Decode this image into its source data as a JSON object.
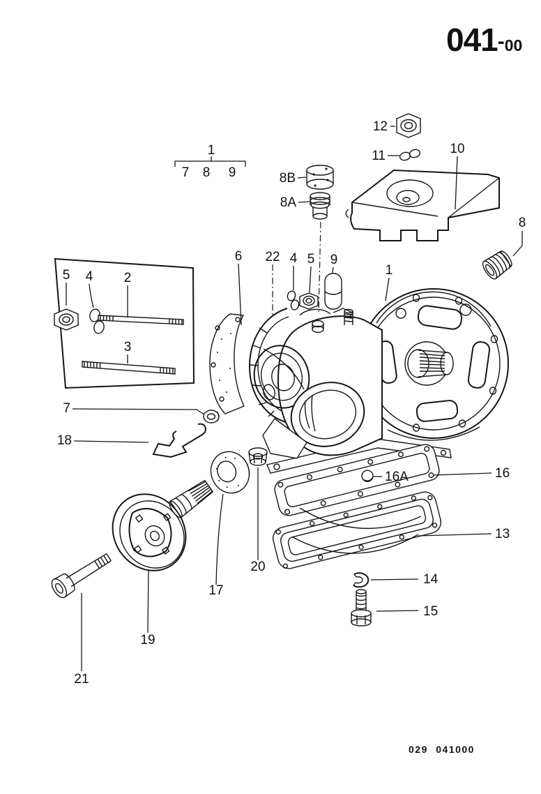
{
  "header": {
    "catalog_code": "041",
    "separator": "-",
    "revision": "00"
  },
  "footer": {
    "doc_code": "029 041000"
  },
  "labels": {
    "n1": "1",
    "n2": "2",
    "n3": "3",
    "n4": "4",
    "n5": "5",
    "n6": "6",
    "n7": "7",
    "n8": "8",
    "n8a": "8A",
    "n8b": "8B",
    "n9": "9",
    "n10": "10",
    "n11": "11",
    "n12": "12",
    "n13": "13",
    "n14": "14",
    "n15": "15",
    "n16": "16",
    "n16a": "16A",
    "n17": "17",
    "n18": "18",
    "n19": "19",
    "n20": "20",
    "n21": "21",
    "n22": "22"
  }
}
